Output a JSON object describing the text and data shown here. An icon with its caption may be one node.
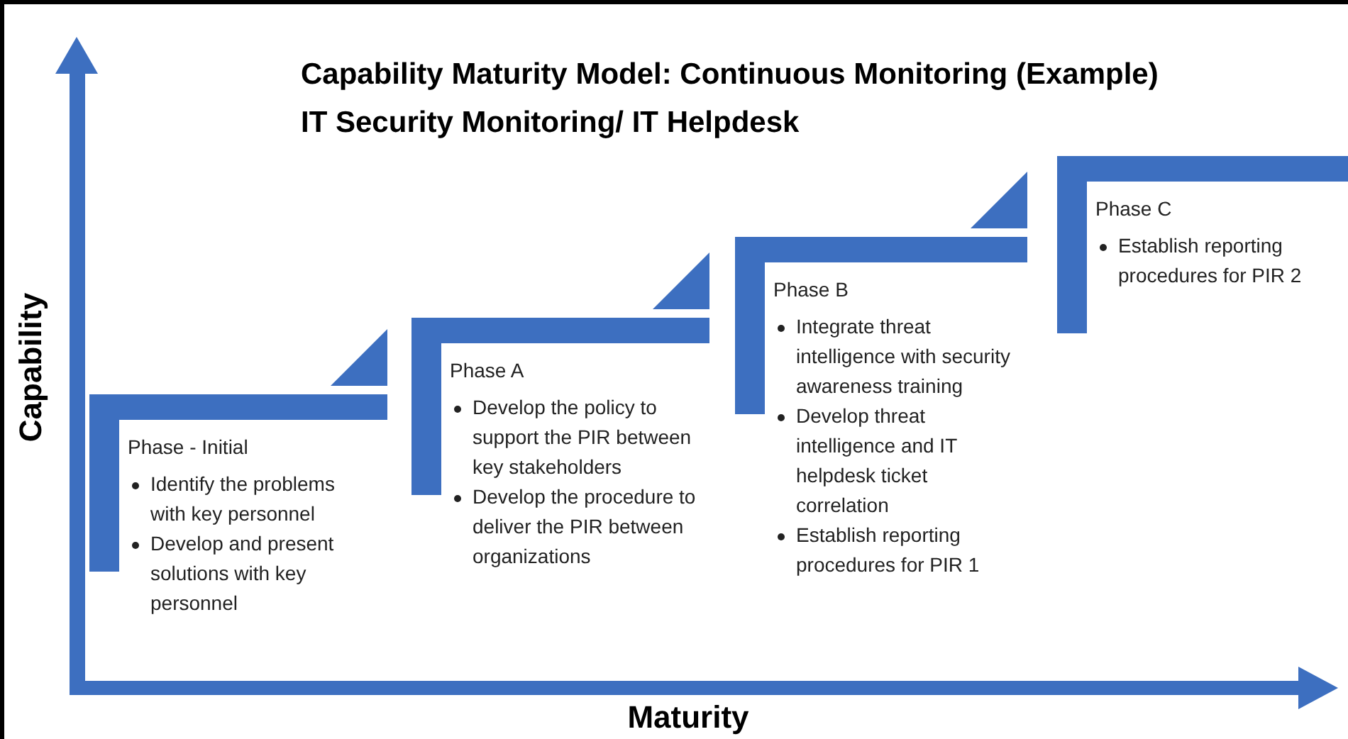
{
  "diagram": {
    "title": "Capability Maturity Model: Continuous Monitoring (Example) IT Security Monitoring/ IT Helpdesk",
    "nodes": [
      {
        "text": [
          "Phase - Initial",
          "Identify the problems with key personnel",
          "Develop and present solutions with key personnel"
        ]
      },
      {
        "text": [
          "Phase A",
          "Develop the policy to support the PIR between key stakeholders",
          "Develop the procedure to deliver the PIR between organizations"
        ]
      },
      {
        "text": [
          "Phase B",
          "Integrate threat intelligence with security awareness training",
          "Develop threat intelligence and IT helpdesk ticket correlation",
          "Establish reporting procedures for PIR 1"
        ]
      },
      {
        "text": [
          "Phase C",
          "Establish reporting procedures for PIR 2"
        ]
      }
    ],
    "labels": [
      "Capability",
      "Maturity"
    ]
  }
}
